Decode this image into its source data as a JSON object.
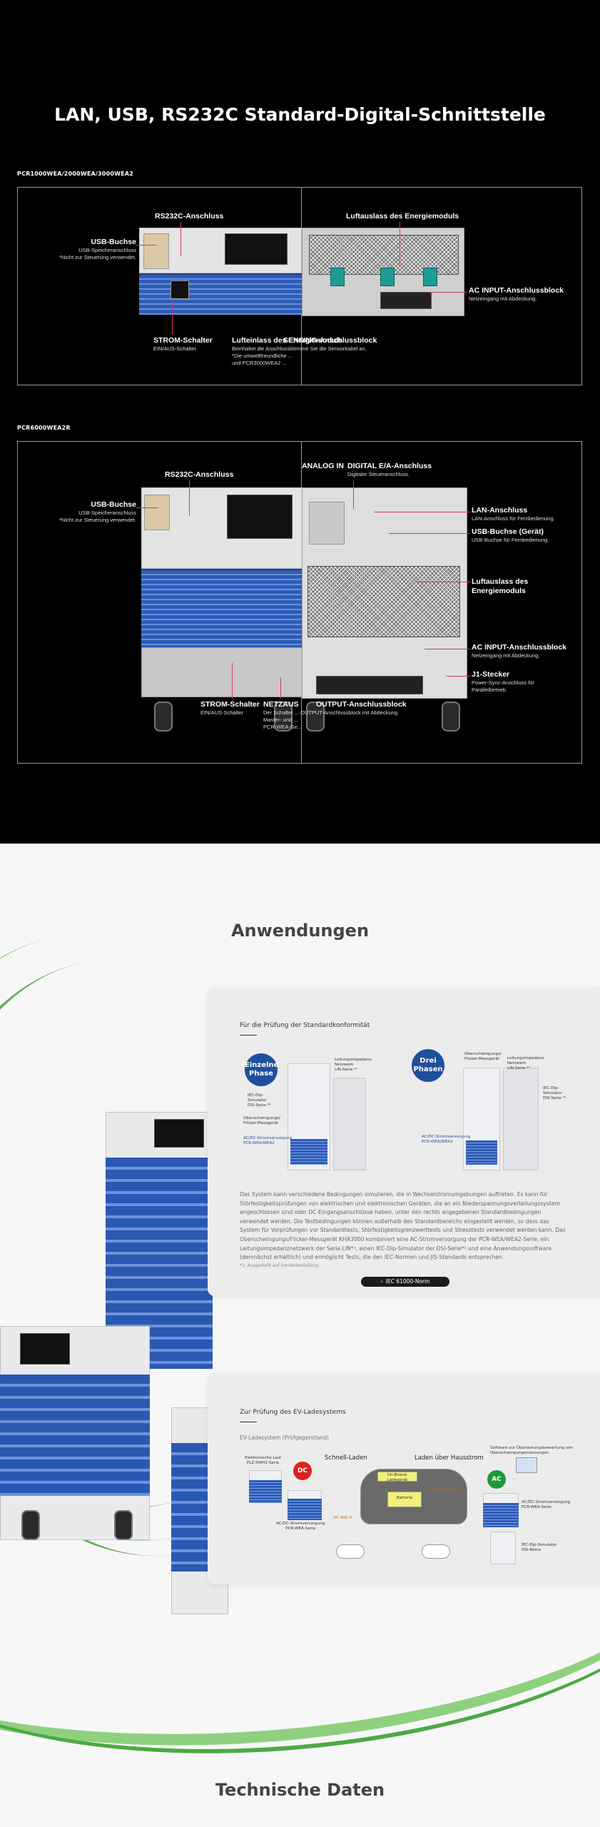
{
  "header": {
    "title": "LAN, USB, RS232C Standard-Digital-Schnittstelle"
  },
  "figure1": {
    "model": "PCR1000WEA/2000WEA/3000WEA2",
    "labels": {
      "rs232c": "RS232C-Anschluss",
      "usb_title": "USB-Buchse",
      "usb_sub": "USB-Speicheranschluss\n*Nicht zur Steuerung verwendet.",
      "power_title": "STROM-Schalter",
      "power_sub": "EIN/AUS-Schalter",
      "intake_title": "Lufteinlass des Energiemoduls",
      "sensing_title": "SENSING-Anschlussblock",
      "sensing_sub": "Beinhaltet die Anschlussklemme Sie die Sensorkabel an.\n*Die umweltfreundliche ...\nund PCR3000WEA2 ...",
      "exhaust": "Luftauslass des Energiemoduls",
      "acin_title": "AC INPUT-Anschlussblock",
      "acin_sub": "Netzeingang mit Abdeckung."
    }
  },
  "figure2": {
    "model": "PCR6000WEA2R",
    "labels": {
      "rs232c": "RS232C-Anschluss",
      "usb_title": "USB-Buchse",
      "usb_sub": "USB-Speicheranschluss\n*Nicht zur Steuerung verwendet.",
      "analog_title": "ANALOG IN",
      "digital_title": "DIGITAL E/A-Anschluss",
      "digital_sub": "Digitaler Steueranschluss.",
      "lan_title": "LAN-Anschluss",
      "lan_sub": "LAN-Anschluss für Fernbedienung.",
      "usbdev_title": "USB-Buchse (Gerät)",
      "usbdev_sub": "USB-Buchse für Fernbedienung.",
      "exhaust": "Luftauslass des Energiemoduls",
      "acin_title": "AC INPUT-Anschlussblock",
      "acin_sub": "Netzeingang mit Abdeckung.",
      "j1_title": "J1-Stecker",
      "j1_sub": "Power-Sync-Anschluss für\nParallelbetrieb.",
      "power_title": "STROM-Schalter",
      "power_sub": "EIN/AUS-Schalter",
      "netz_title": "NETZAUS",
      "output_title": "OUTPUT-Anschlussblock",
      "output_sub": "Der Schalter ... OUTPUT-Anschlussblock mit Abdeckung.\nMaster- und ...\nPCR-WEA-Ge..."
    }
  },
  "applications": {
    "title": "Anwendungen",
    "card1": {
      "heading": "Für die Prüfung der Standardkonformität",
      "badge_single": "Einzelne\nPhase",
      "badge_three": "Drei\nPhasen",
      "single_labels": {
        "iec": "IEC-Dip-\nSimulator\nDSI-Serie *¹",
        "flicker": "Oberschwingungs/\nFlicker-Messgerät",
        "network": "Leitungsimpedanz-\nNetzwerk\nLIN-Serie *¹",
        "supply": "AC/DC-Stromversorgung\nPCR-WEA/WEA2"
      },
      "three_labels": {
        "flicker": "Oberschwingungs/\nFlicker-Messgerät",
        "network": "Leitungsimpedanz-\nNetzwerk\nLIN-Serie *¹",
        "iec": "IEC-Dip-\nSimulator\nDSI-Serie *¹",
        "supply": "AC/DC-Stromversorgung\nPCR-WEA/WEA2"
      },
      "body": "Das System kann verschiedene Bedingungen simulieren, die in Wechselstromumgebungen auftreten. Es kann für Störfestigkeitsprüfungen von elektrischen und elektronischen Geräten, die an ein Niederspannungsverteilungssystem angeschlossen sind oder DC-Eingangsanschlüsse haben, unter den rechts angegebenen Standardbedingungen verwendet werden. Die Testbedingungen können außerhalb des Standardbereichs eingestellt werden, so dass das System für Vorprüfungen vor Standardtests, Störfestigkeitsgrenzwerttests und Stresstests verwendet werden kann. Das Oberschwingungs/Flicker-Messgerät KHA3000 kombiniert eine AC-Stromversorgung der PCR-WEA/WEA2-Serie, ein Leitungsimpedanznetzwerk der Serie LIN*¹, einen IEC-Dip-Simulator der DSI-Serie*¹ und eine Anwendungssoftware (demnächst erhältlich) und ermöglicht Tests, die den IEC-Normen und JIS-Standards entsprechen.",
      "note": "*1: Ausgestellt auf Sonderbestellung",
      "button": "IEC 61000-Norm"
    },
    "card2": {
      "heading": "Zur Prüfung des EV-Ladesystems",
      "subheading": "EV-Ladesystem (Prüfgegenstand)",
      "labels": {
        "load": "Elektronische Last\nPLZ-5WH2-Serie",
        "fast": "Schnell-Laden",
        "home": "Laden über Hausstrom",
        "software": "Software zur Überlastungsbewertung von\nOberschwingungsmessungen",
        "dc": "DC",
        "ac": "AC",
        "supply_left": "AC/DC-Stromversorgung\nPCR-WEA-Serie",
        "dc400": "DC 400 V",
        "ac100": "AC 100 V/200 V",
        "onboard": "On-Board-Ladegerät",
        "battery": "Batterie",
        "supply_right": "AC/DC-Stromversorgung\nPCR-WEA-Serie",
        "iec": "IEC-Dip-Simulator\nDSI-Reihe"
      }
    }
  },
  "tech": {
    "title": "Technische Daten"
  }
}
